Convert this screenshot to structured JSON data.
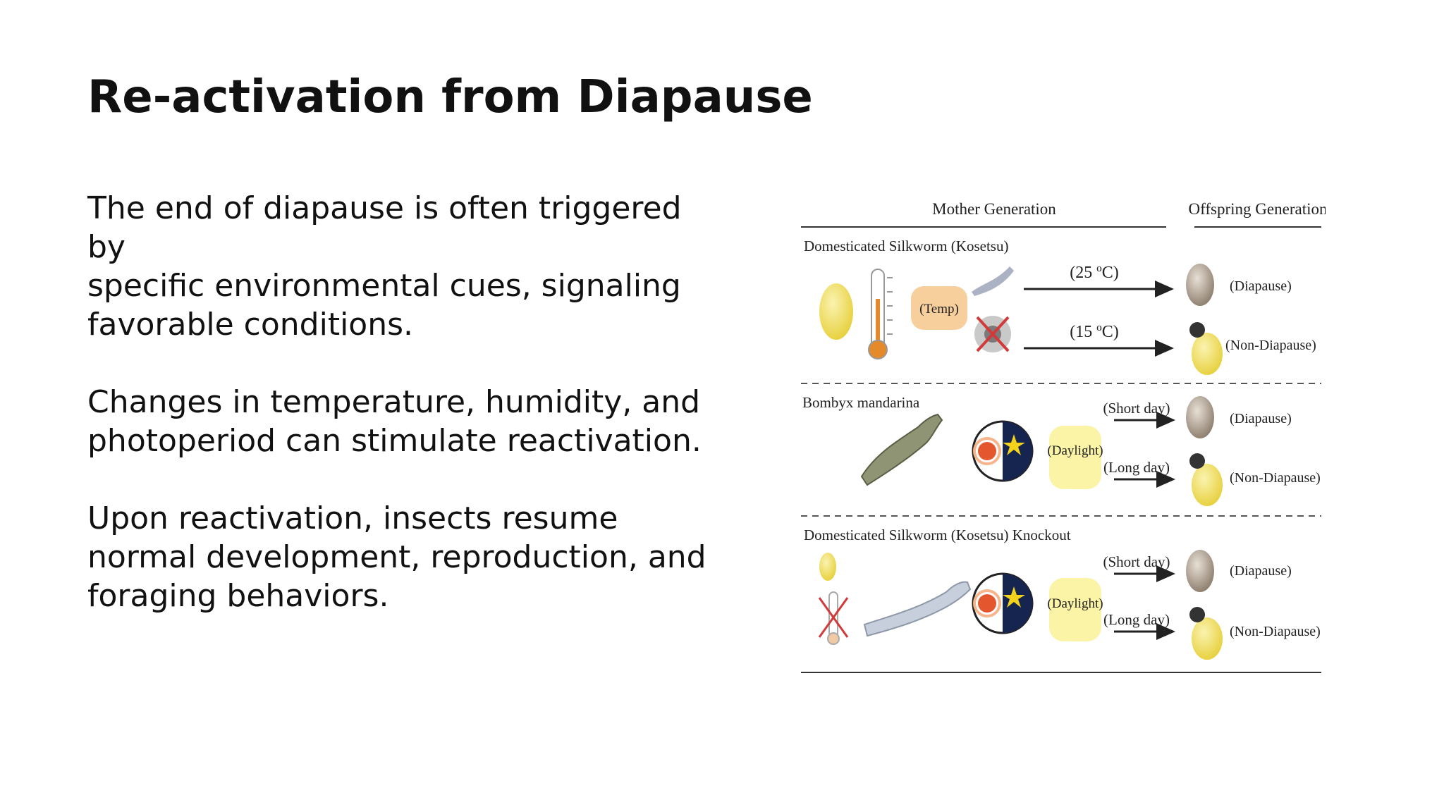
{
  "slide": {
    "title": "Re-activation from Diapause",
    "paragraphs": [
      [
        "The end of diapause is often triggered by",
        "specific environmental cues, signaling",
        "favorable conditions."
      ],
      [
        "Changes in temperature, humidity, and",
        "photoperiod can stimulate reactivation."
      ],
      [
        "Upon reactivation, insects resume",
        "normal development, reproduction, and",
        "foraging behaviors."
      ]
    ]
  },
  "figure": {
    "header_mother": "Mother Generation",
    "header_offspring": "Offspring Generation",
    "panels": [
      {
        "label": "Domesticated Silkworm (Kosetsu)",
        "factor": "(Temp)",
        "condition_top": "(25 ºC)",
        "condition_bottom": "(15 ºC)",
        "outcome_top": "(Diapause)",
        "outcome_bottom": "(Non-Diapause)"
      },
      {
        "label": "Bombyx mandarina",
        "factor": "(Daylight)",
        "condition_top": "(Short day)",
        "condition_bottom": "(Long day)",
        "outcome_top": "(Diapause)",
        "outcome_bottom": "(Non-Diapause)"
      },
      {
        "label": "Domesticated Silkworm (Kosetsu) Knockout",
        "factor": "(Daylight)",
        "condition_top": "(Short day)",
        "condition_bottom": "(Long day)",
        "outcome_top": "(Diapause)",
        "outcome_bottom": "(Non-Diapause)"
      }
    ],
    "colors": {
      "egg_yellow": "#f2e06a",
      "egg_brown": "#a89a88",
      "temp_box": "#f7cf9c",
      "daylight_box": "#fbf3a6",
      "night": "#16254f",
      "sun": "#e4572e",
      "star": "#f3d21b",
      "cross": "#d23a3a"
    }
  }
}
